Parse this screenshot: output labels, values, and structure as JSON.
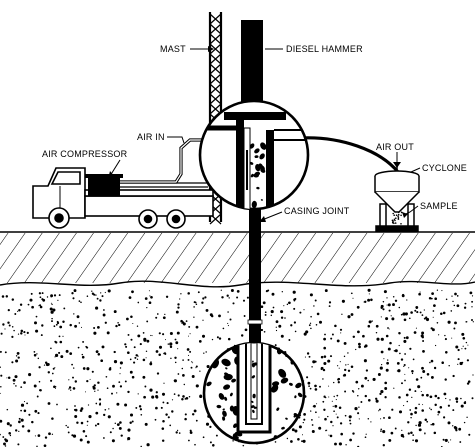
{
  "labels": {
    "mast": "MAST",
    "diesel_hammer": "DIESEL HAMMER",
    "air_in": "AIR IN",
    "air_compressor": "AIR COMPRESSOR",
    "air_out": "AIR OUT",
    "cyclone": "CYCLONE",
    "sample": "SAMPLE",
    "casing_joint": "CASING JOINT"
  },
  "colors": {
    "ink": "#000000",
    "paper": "#ffffff"
  }
}
